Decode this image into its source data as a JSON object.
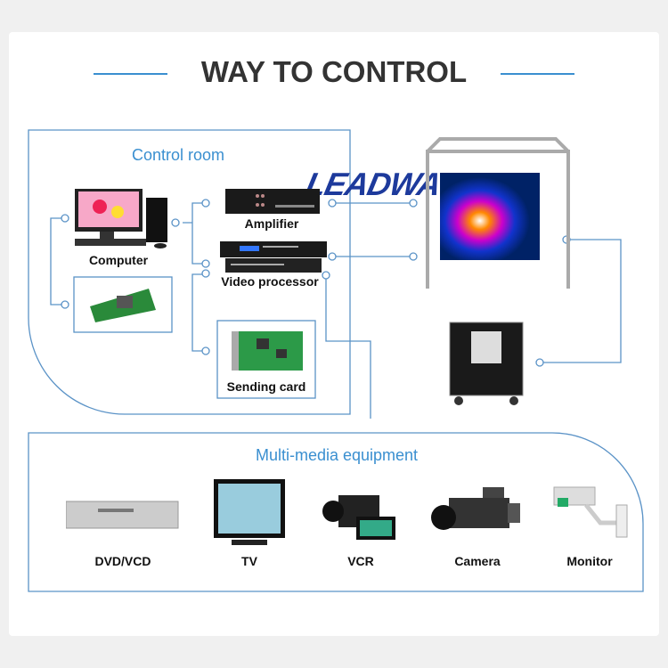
{
  "header": {
    "title": "WAY TO CONTROL"
  },
  "logo": "LEADWAY",
  "control_room": {
    "title": "Control room",
    "items": [
      {
        "label": "Computer",
        "icon": "computer-icon"
      },
      {
        "label": "Amplifier",
        "icon": "amplifier-icon"
      },
      {
        "label": "Video processor",
        "icon": "video-processor-icon"
      },
      {
        "label": "Sending card",
        "icon": "sending-card-icon"
      }
    ]
  },
  "display": {
    "icon": "led-screen-icon",
    "cabinet": "flight-case-icon"
  },
  "multimedia": {
    "title": "Multi-media equipment",
    "items": [
      {
        "label": "DVD/VCD"
      },
      {
        "label": "TV"
      },
      {
        "label": "VCR"
      },
      {
        "label": "Camera"
      },
      {
        "label": "Monitor"
      }
    ]
  },
  "colors": {
    "accent": "#3a8fd0",
    "line": "#5b93c7"
  }
}
